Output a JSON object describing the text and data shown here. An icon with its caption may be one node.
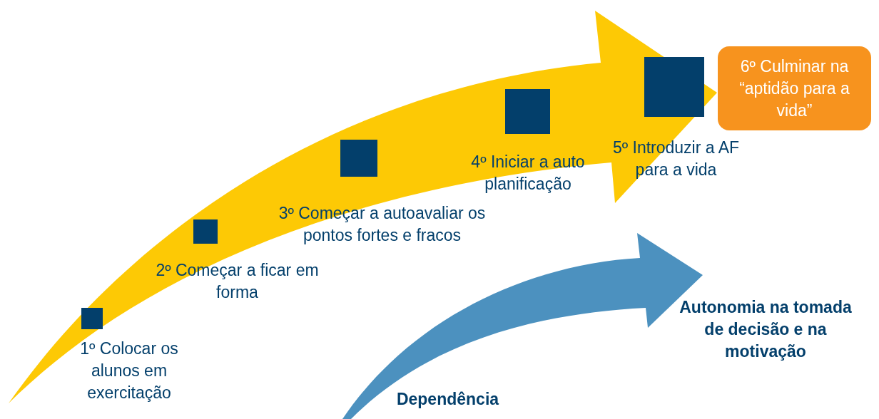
{
  "diagram": {
    "nodes": [
      {
        "text": [],
        "shape": "box",
        "beside": [
          "1º Colocar os alunos em exercitação"
        ]
      },
      {
        "text": [],
        "shape": "box",
        "beside": [
          "2º Começar a ficar em forma"
        ]
      },
      {
        "text": [],
        "shape": "box",
        "beside": [
          "3º Começar a autoavaliar os pontos fortes e fracos"
        ]
      },
      {
        "text": [],
        "shape": "box",
        "beside": [
          "4º Iniciar a auto planificação"
        ]
      },
      {
        "text": [],
        "shape": "box"
      },
      {
        "text": [
          "6º Culminar na “aptidão para a vida”"
        ]
      }
    ],
    "labels": [
      "5º Introduzir a AF para a vida",
      "Dependência",
      "Autonomia na tomada de decisão e na motivação"
    ]
  }
}
